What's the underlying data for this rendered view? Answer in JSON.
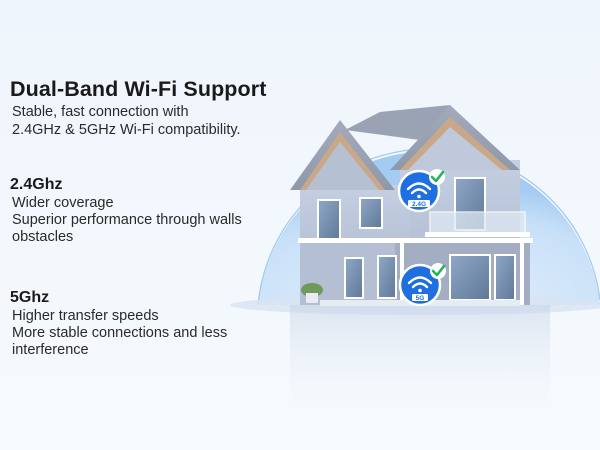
{
  "heading": "Dual-Band Wi-Fi Support",
  "subheading_lines": [
    "Stable, fast connection with",
    "2.4GHz & 5GHz Wi-Fi compatibility."
  ],
  "bands": [
    {
      "title": "2.4Ghz",
      "lines": [
        "Wider coverage",
        "Superior performance through walls",
        "obstacles"
      ],
      "badge": "2.4G"
    },
    {
      "title": "5Ghz",
      "lines": [
        "Higher transfer speeds",
        "More stable connections and less",
        "interference"
      ],
      "badge": "5G"
    }
  ],
  "colors": {
    "coverage_dome": "#bcdaf7",
    "wifi_badge": "#1f6fe0",
    "check": "#22b45a",
    "house_wall": "#b9c4d8",
    "house_trim": "#ffffff"
  },
  "icons": [
    "wifi-icon",
    "check-icon",
    "router-icon"
  ]
}
